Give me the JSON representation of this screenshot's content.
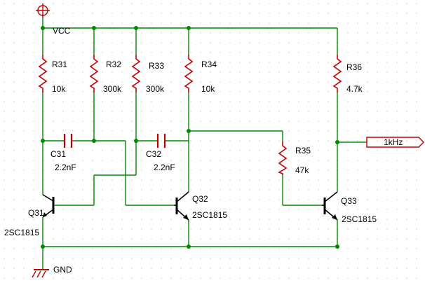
{
  "colors": {
    "wire": "#008800",
    "component": "#c00000",
    "transistor": "#000000",
    "background": "#ffffff",
    "grid": "#c8c8c8"
  },
  "power": {
    "vcc_label": "VCC",
    "gnd_label": "GND"
  },
  "resistors": [
    {
      "ref": "R31",
      "value": "10k"
    },
    {
      "ref": "R32",
      "value": "300k"
    },
    {
      "ref": "R33",
      "value": "300k"
    },
    {
      "ref": "R34",
      "value": "10k"
    },
    {
      "ref": "R35",
      "value": "47k"
    },
    {
      "ref": "R36",
      "value": "4.7k"
    }
  ],
  "capacitors": [
    {
      "ref": "C31",
      "value": "2.2nF"
    },
    {
      "ref": "C32",
      "value": "2.2nF"
    }
  ],
  "transistors": [
    {
      "ref": "Q31",
      "part": "2SC1815"
    },
    {
      "ref": "Q32",
      "part": "2SC1815"
    },
    {
      "ref": "Q33",
      "part": "2SC1815"
    }
  ],
  "output": {
    "label": "1kHz"
  }
}
